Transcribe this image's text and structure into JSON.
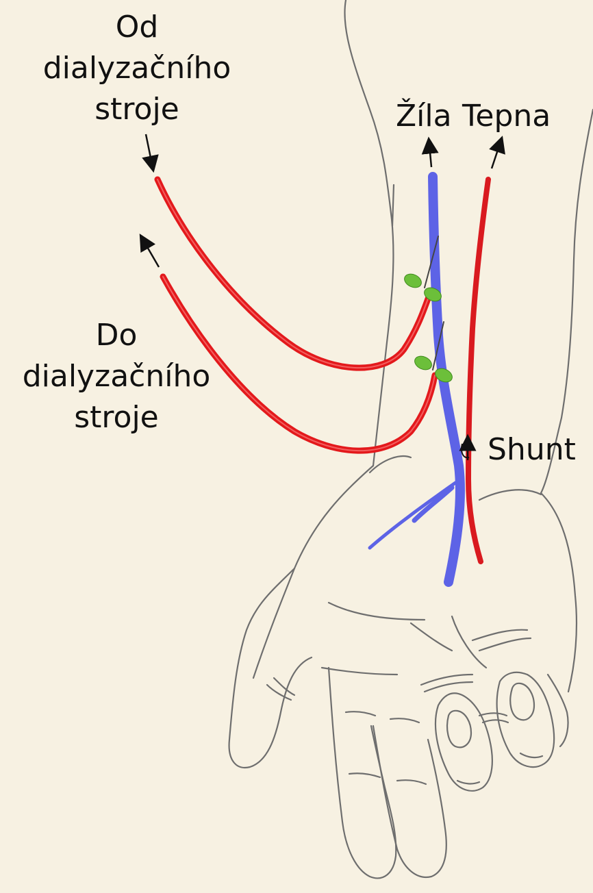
{
  "labels": {
    "from_machine": [
      "Od",
      "dialyzačního",
      "stroje"
    ],
    "to_machine": [
      "Do",
      "dialyzačního",
      "stroje"
    ],
    "vein": "Žíla",
    "artery": "Tepna",
    "shunt": "Shunt"
  },
  "colors": {
    "background": "#f7f1e2",
    "outline": "#6e6e6e",
    "tube": "#e3191c",
    "tube_highlight": "#f36060",
    "vein": "#5d63e6",
    "artery": "#d91a1f",
    "needle_wing": "#6cbf3a",
    "arrow": "#111111"
  }
}
